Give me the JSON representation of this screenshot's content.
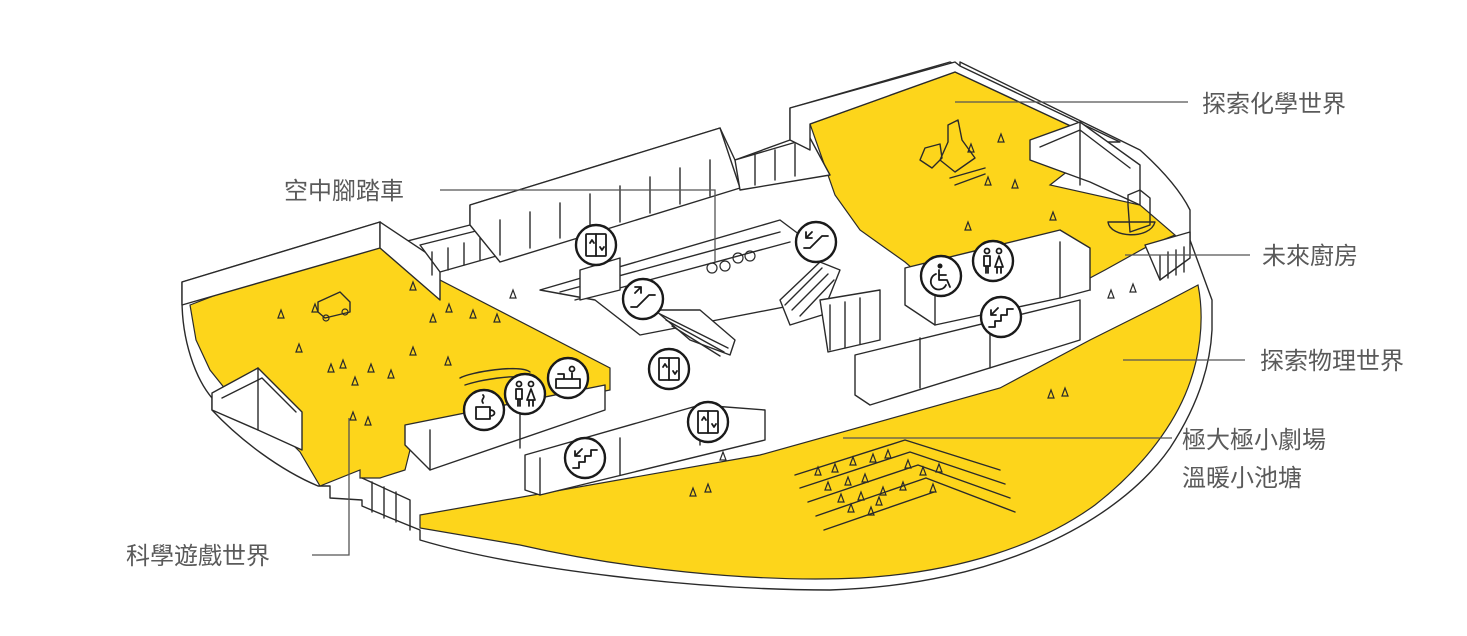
{
  "colors": {
    "zone": "#FDD51B",
    "ink": "#2a2a2a",
    "label": "#5a5a5a",
    "background": "#ffffff"
  },
  "labels": {
    "sky_cycling": "空中腳踏車",
    "chemistry_world": "探索化學世界",
    "future_kitchen": "未來廚房",
    "physics_world": "探索物理世界",
    "mega_mini_theatre": "極大極小劇場",
    "warm_pond": "溫暖小池塘",
    "science_play_world": "科學遊戲世界"
  },
  "icons": [
    "elevator-icon",
    "escalator-down-icon",
    "escalator-up-icon",
    "accessible-toilet-icon",
    "toilets-icon",
    "stairs-icon",
    "cafe-icon",
    "information-desk-icon"
  ]
}
